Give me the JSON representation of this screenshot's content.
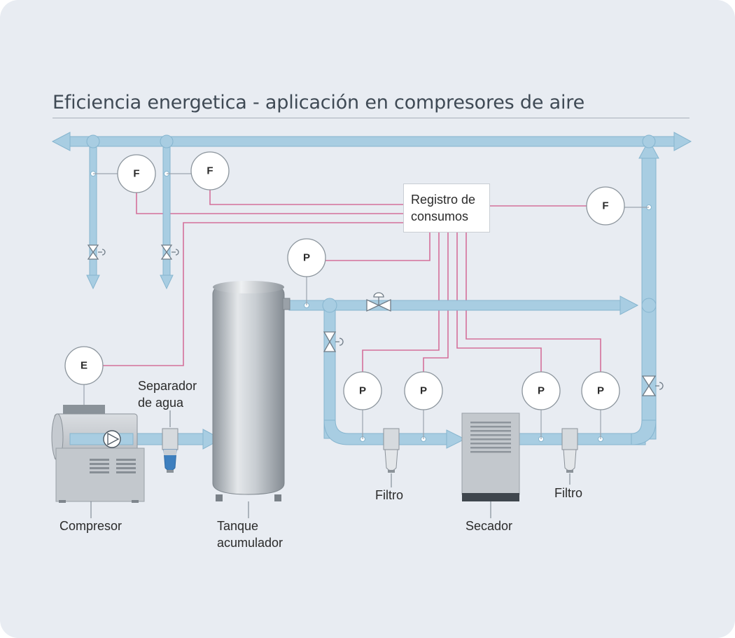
{
  "title": "Eficiencia energetica - aplicación en compresores de aire",
  "registro": {
    "line1": "Registro de",
    "line2": "consumos"
  },
  "labels": {
    "separador_line1": "Separador",
    "separador_line2": "de agua",
    "compresor": "Compresor",
    "tanque_line1": "Tanque",
    "tanque_line2": "acumulador",
    "filtro_1": "Filtro",
    "filtro_2": "Filtro",
    "secador": "Secador"
  },
  "gauges": {
    "flow_1": "F",
    "flow_2": "F",
    "flow_3": "F",
    "energy": "E",
    "pressure_tank": "P",
    "pressure_1": "P",
    "pressure_2": "P",
    "pressure_3": "P",
    "pressure_4": "P"
  },
  "colors": {
    "background": "#e8ecf2",
    "pipe": "#a8cde2",
    "pipe_stroke": "#7fb0cc",
    "signal_line": "#d4709a",
    "equipment": "#b9bec4"
  }
}
